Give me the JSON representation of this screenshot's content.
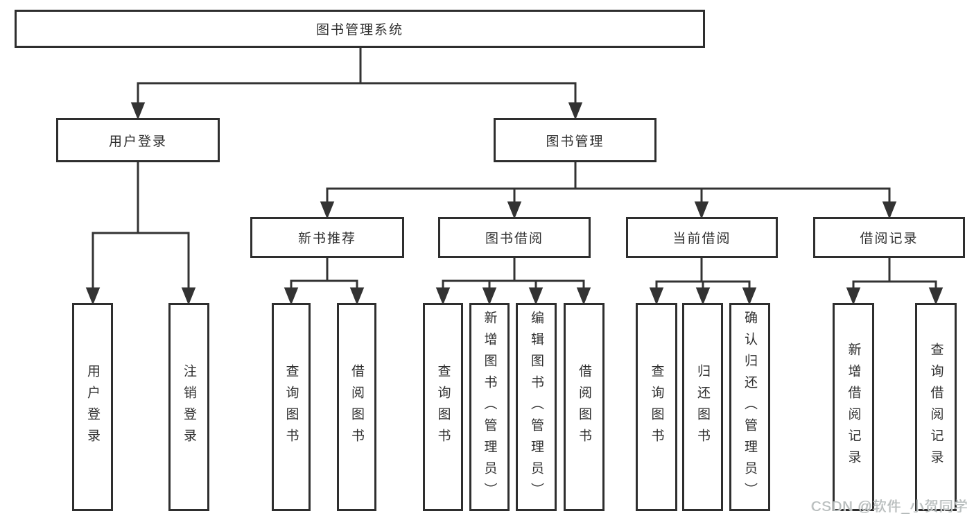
{
  "tree": {
    "label": "图书管理系统",
    "children": [
      {
        "label": "用户登录",
        "children": [
          {
            "label": "用户登录"
          },
          {
            "label": "注销登录"
          }
        ]
      },
      {
        "label": "图书管理",
        "children": [
          {
            "label": "新书推荐",
            "children": [
              {
                "label": "查询图书"
              },
              {
                "label": "借阅图书"
              }
            ]
          },
          {
            "label": "图书借阅",
            "children": [
              {
                "label": "查询图书"
              },
              {
                "label": "新增图书（管理员）"
              },
              {
                "label": "编辑图书（管理员）"
              },
              {
                "label": "借阅图书"
              }
            ]
          },
          {
            "label": "当前借阅",
            "children": [
              {
                "label": "查询图书"
              },
              {
                "label": "归还图书"
              },
              {
                "label": "确认归还（管理员）"
              }
            ]
          },
          {
            "label": "借阅记录",
            "children": [
              {
                "label": "新增借阅记录"
              },
              {
                "label": "查询借阅记录"
              }
            ]
          }
        ]
      }
    ]
  },
  "watermark": {
    "text": "CSDN @软件_小贺同学"
  },
  "colors": {
    "line": "#333333",
    "box_border": "#2e2e2e",
    "text": "#2f2f2f",
    "watermark": "#b5bbbb",
    "background": "#ffffff"
  }
}
